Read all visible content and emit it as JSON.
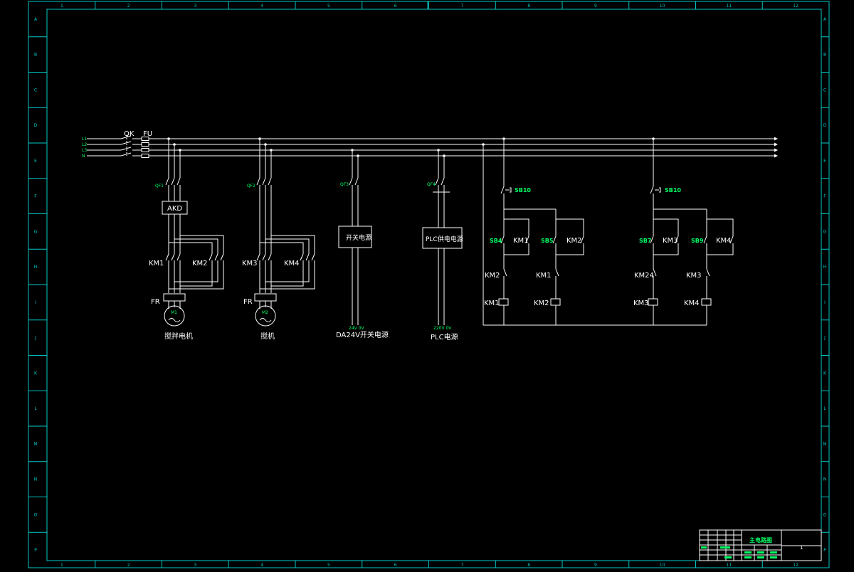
{
  "colors": {
    "background": "#000000",
    "wire": "#ffffff",
    "frame": "#00c8c8",
    "annotation": "#00ff66"
  },
  "grid": {
    "columns": [
      "1",
      "2",
      "3",
      "4",
      "5",
      "6",
      "7",
      "8",
      "9",
      "10",
      "11",
      "12"
    ],
    "rows": [
      "A",
      "B",
      "C",
      "D",
      "E",
      "F",
      "G",
      "H",
      "I",
      "J",
      "K",
      "L",
      "M",
      "N",
      "O",
      "P"
    ]
  },
  "bus": {
    "phases": [
      "L1",
      "L2",
      "L3",
      "N"
    ],
    "switch": "QK",
    "fuse": "FU"
  },
  "motor1": {
    "breaker": "QF1",
    "starter": "AKD",
    "forward": "KM1",
    "reverse": "KM2",
    "relay": "FR",
    "motor": "M1",
    "caption": "搅拌电机"
  },
  "motor2": {
    "breaker": "QF2",
    "forward": "KM3",
    "reverse": "KM4",
    "relay": "FR",
    "motor": "M2",
    "caption": "搅机"
  },
  "psu24": {
    "breaker": "QF3",
    "box": "开关电源",
    "terminal": "24V 0V",
    "caption": "DA24V开关电源"
  },
  "plc": {
    "breaker": "QF4",
    "box": "PLC供电电源",
    "terminal": "220V 0V",
    "caption": "PLC电源"
  },
  "control1": {
    "stop": "SB10",
    "start1": "SB4",
    "hold1": "KM1",
    "start2": "SB5",
    "hold2": "KM2",
    "interlock1": "KM2",
    "interlock2": "KM1",
    "coil1": "KM1",
    "coil2": "KM2"
  },
  "control2": {
    "stop": "SB10",
    "start1": "SB7",
    "hold1": "KM3",
    "start2": "SB9",
    "hold2": "KM4",
    "interlock1": "KM24",
    "interlock2": "KM3",
    "coil1": "KM3",
    "coil2": "KM4"
  },
  "titleblock": {
    "title": "主电路图",
    "sheet": "1"
  }
}
